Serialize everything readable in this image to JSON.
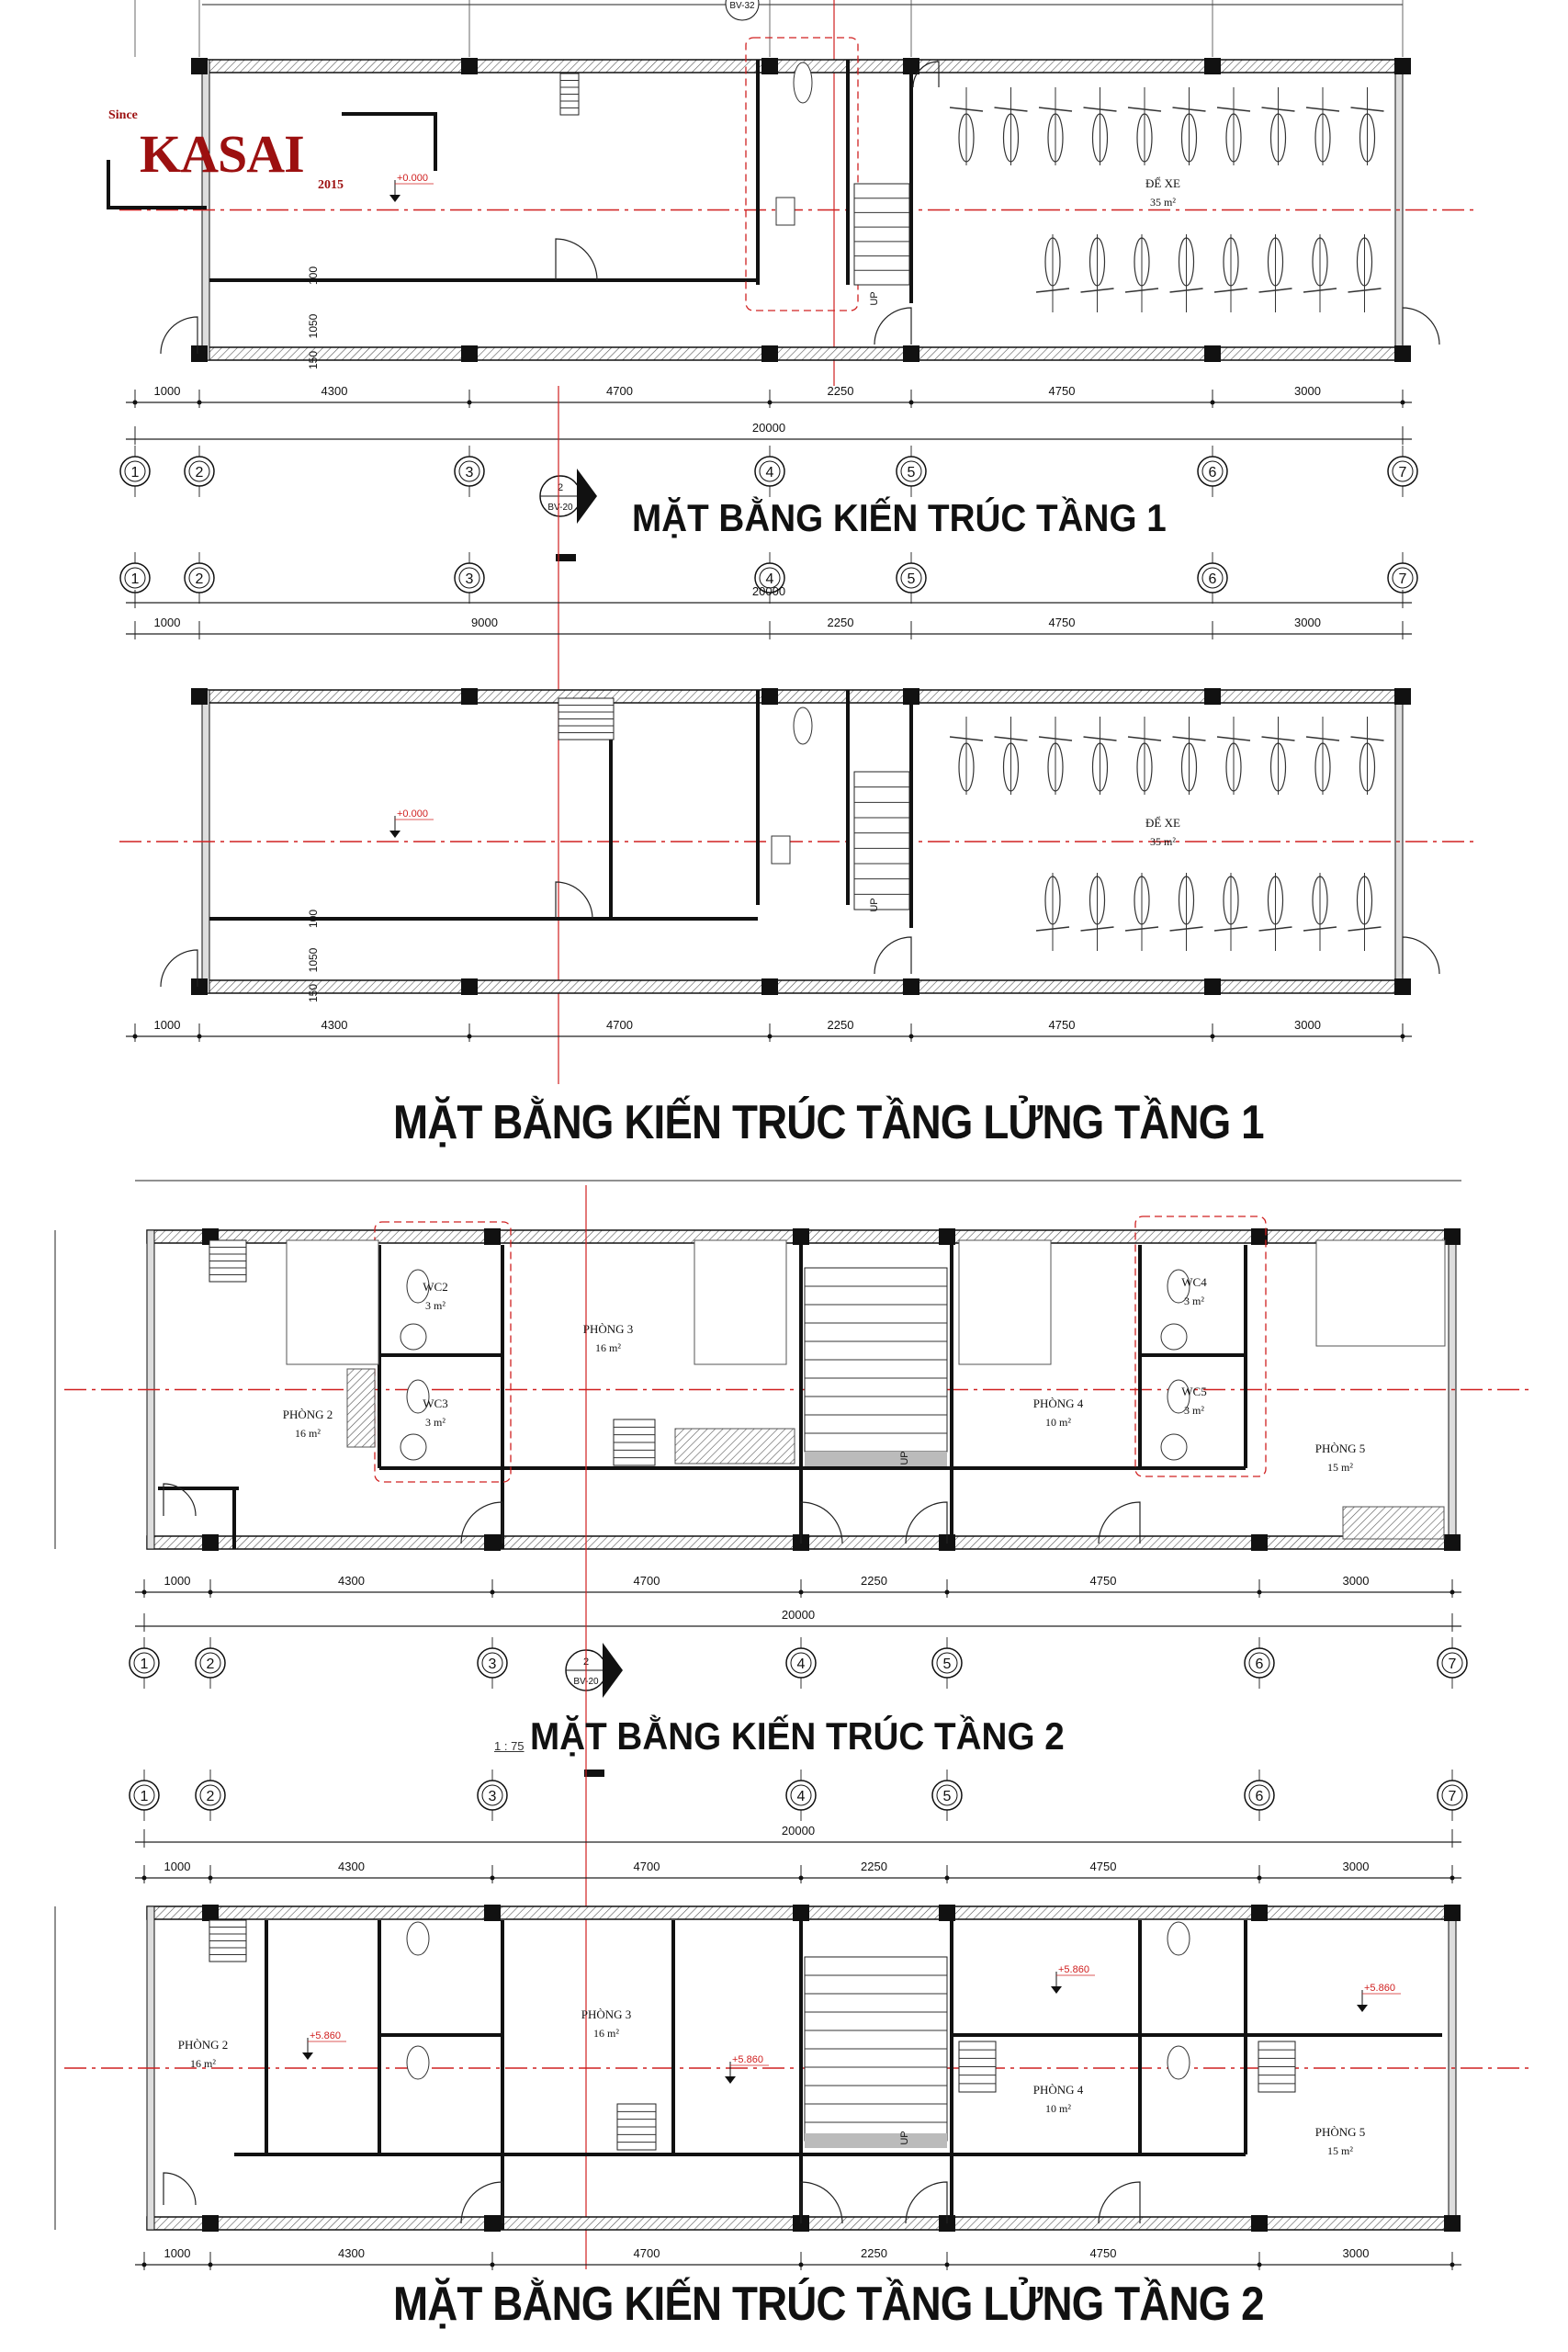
{
  "logo": {
    "since": "Since",
    "name": "KASAI",
    "year": "2015"
  },
  "colors": {
    "wall_line": "#111111",
    "axis_red": "#d02020",
    "logo_red": "#9c1010",
    "hatch": "#555555"
  },
  "section_marker": {
    "number": "2",
    "sheet": "BV-20",
    "top_sheet": "BV-32"
  },
  "grid_labels": [
    "1",
    "2",
    "3",
    "4",
    "5",
    "6",
    "7"
  ],
  "plans": [
    {
      "title": "MẶT BẰNG KIẾN TRÚC TẦNG 1",
      "dims": [
        "1000",
        "4300",
        "4700",
        "2250",
        "4750",
        "3000"
      ],
      "total": "20000",
      "side_dims": [
        "100",
        "1050",
        "150"
      ],
      "rooms": [
        {
          "name": "ĐỂ XE",
          "area": "35 m²"
        }
      ],
      "levels": [
        "+0.000"
      ],
      "stair_label": "UP"
    },
    {
      "title": "MẶT BẰNG KIẾN TRÚC TẦNG LỬNG TẦNG 1",
      "dims": [
        "1000",
        "4300",
        "4700",
        "2250",
        "4750",
        "3000"
      ],
      "top_dims": [
        "1000",
        "9000",
        "2250",
        "4750",
        "3000"
      ],
      "total": "20000",
      "side_dims": [
        "100",
        "1050",
        "150"
      ],
      "rooms": [
        {
          "name": "ĐỂ XE",
          "area": "35 m²"
        }
      ],
      "levels": [
        "+0.000"
      ],
      "stair_label": "UP"
    },
    {
      "title": "MẶT BẰNG KIẾN TRÚC TẦNG 2",
      "scale": "1 : 75",
      "dims": [
        "1000",
        "4300",
        "4700",
        "2250",
        "4750",
        "3000"
      ],
      "total": "20000",
      "rooms": [
        {
          "name": "PHÒNG 2",
          "area": "16 m²"
        },
        {
          "name": "WC2",
          "area": "3 m²"
        },
        {
          "name": "WC3",
          "area": "3 m²"
        },
        {
          "name": "PHÒNG 3",
          "area": "16 m²"
        },
        {
          "name": "PHÒNG 4",
          "area": "10 m²"
        },
        {
          "name": "WC4",
          "area": "3 m²"
        },
        {
          "name": "WC5",
          "area": "3 m²"
        },
        {
          "name": "PHÒNG 5",
          "area": "15 m²"
        }
      ],
      "levels": [],
      "stair_label": "UP"
    },
    {
      "title": "MẶT BẰNG KIẾN TRÚC TẦNG LỬNG TẦNG 2",
      "dims": [
        "1000",
        "4300",
        "4700",
        "2250",
        "4750",
        "3000"
      ],
      "top_dims": [
        "1000",
        "4300",
        "4700",
        "2250",
        "4750",
        "3000"
      ],
      "total": "20000",
      "rooms": [
        {
          "name": "PHÒNG 2",
          "area": "16 m²"
        },
        {
          "name": "PHÒNG 3",
          "area": "16 m²"
        },
        {
          "name": "PHÒNG 4",
          "area": "10 m²"
        },
        {
          "name": "PHÒNG 5",
          "area": "15 m²"
        }
      ],
      "levels": [
        "+5.860",
        "+5.860",
        "+5.860",
        "+5.860"
      ],
      "stair_label": "UP"
    }
  ]
}
